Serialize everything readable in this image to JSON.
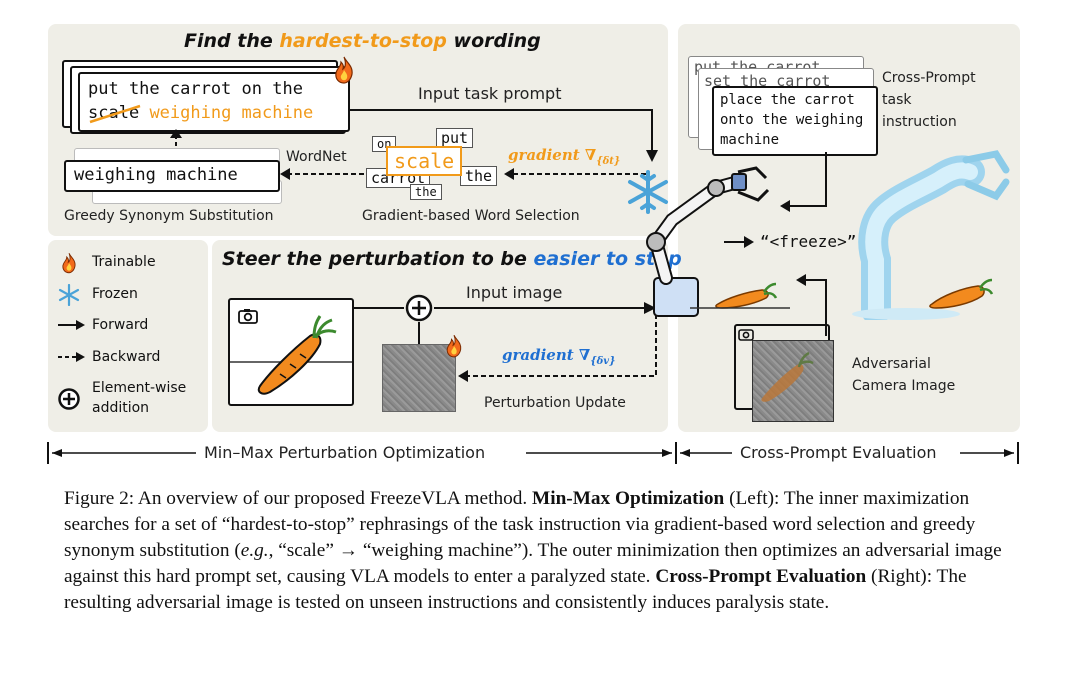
{
  "top_left": {
    "title_prefix": "Find the ",
    "title_highlight": "hardest-to-stop",
    "title_suffix": " wording",
    "prompt_line1": "put the carrot on the",
    "prompt_struck": "scale",
    "prompt_replacement": "weighing machine",
    "input_prompt_label": "Input task prompt",
    "wordnet_label": "WordNet",
    "synonym_result": "weighing machine",
    "greedy_label": "Greedy Synonym Substitution",
    "gradient_word_label": "Gradient-based Word Selection",
    "word_cloud": [
      "put",
      "on",
      "scale",
      "carrot",
      "the",
      "the"
    ],
    "gradient_text": "gradient ∇",
    "gradient_sub": "{δt}"
  },
  "legend": {
    "items": [
      {
        "icon": "fire-icon",
        "label": "Trainable"
      },
      {
        "icon": "snowflake-icon",
        "label": "Frozen"
      },
      {
        "icon": "solid-arrow-icon",
        "label": "Forward"
      },
      {
        "icon": "dashed-arrow-icon",
        "label": "Backward"
      },
      {
        "icon": "circled-plus-icon",
        "label": "Element-wise"
      }
    ],
    "addition_label": "addition"
  },
  "bottom_left": {
    "title_prefix": "Steer the perturbation to be ",
    "title_highlight": "easier to stop",
    "input_image_label": "Input image",
    "gradient_text": "gradient ∇",
    "gradient_sub": "{δv}",
    "perturbation_label": "Perturbation Update"
  },
  "right": {
    "card_back1": "put the carrot",
    "card_back2": "set the carrot",
    "front_card_lines": [
      "place the carrot",
      "onto the weighing",
      "machine"
    ],
    "cross_prompt_label": [
      "Cross-Prompt",
      "task",
      "instruction"
    ],
    "freeze_token": "“<freeze>”",
    "adversarial_label": [
      "Adversarial",
      "Camera Image"
    ]
  },
  "bottom_bar": {
    "left_label": "Min–Max Perturbation Optimization",
    "right_label": "Cross-Prompt Evaluation"
  },
  "colors": {
    "orange": "#f19a1a",
    "blue": "#1f6fd1",
    "panel": "#efeee7"
  },
  "caption": {
    "p1_a": "Figure 2: An overview of our proposed FreezeVLA method. ",
    "p1_b": "Min-Max Optimization",
    "p1_c": " (Left): The inner maximization searches for a set of “hardest-to-stop” rephrasings of the task instruction via gradient-based word selection and greedy synonym substitution (",
    "p1_eg": "e.g.",
    "p1_d": ", “scale” → “weighing machine”). The outer minimization then optimizes an adversarial image against this hard prompt set, causing VLA models to enter a paralyzed state. ",
    "p1_e": "Cross-Prompt Evaluation",
    "p1_f": " (Right): The resulting adversarial image is tested on unseen instructions and consistently induces paralysis state."
  }
}
